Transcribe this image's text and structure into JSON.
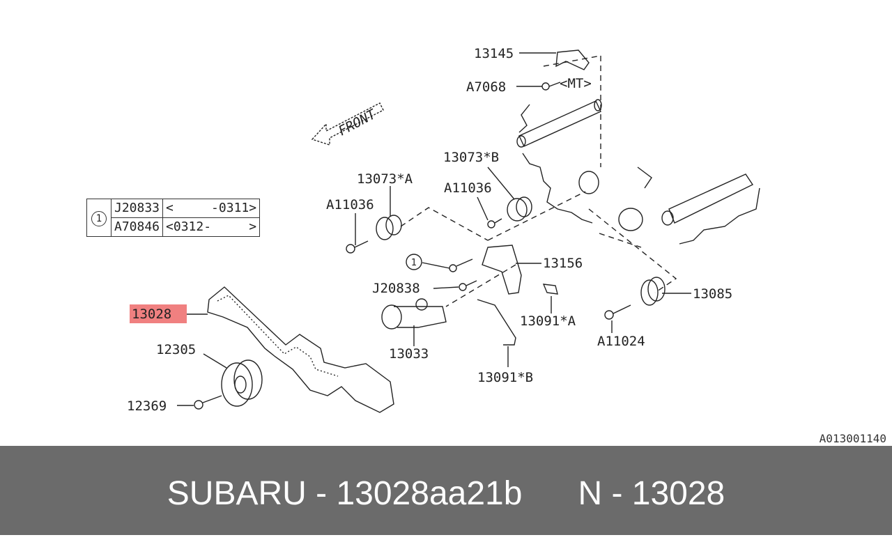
{
  "callouts": {
    "c13145": "13145",
    "a7068": "A7068",
    "mt": "<MT>",
    "front": "FRONT",
    "c13073b": "13073*B",
    "c13073a": "13073*A",
    "a11036_left": "A11036",
    "a11036_mid": "A11036",
    "c13156": "13156",
    "circle1": "1",
    "j20838": "J20838",
    "c13028": "13028",
    "c13033": "13033",
    "c13091a": "13091*A",
    "c13091b": "13091*B",
    "c13085": "13085",
    "a11024": "A11024",
    "c12305": "12305",
    "c12369": "12369"
  },
  "table": {
    "marker": "1",
    "rows": [
      {
        "part": "J20833",
        "range": "<     -0311>"
      },
      {
        "part": "A70846",
        "range": "<0312-     >"
      }
    ]
  },
  "highlight_color": "#f08080",
  "image_code": "A013001140",
  "footer": {
    "brand_part": "SUBARU - 13028aa21b",
    "ref": "N - 13028"
  }
}
